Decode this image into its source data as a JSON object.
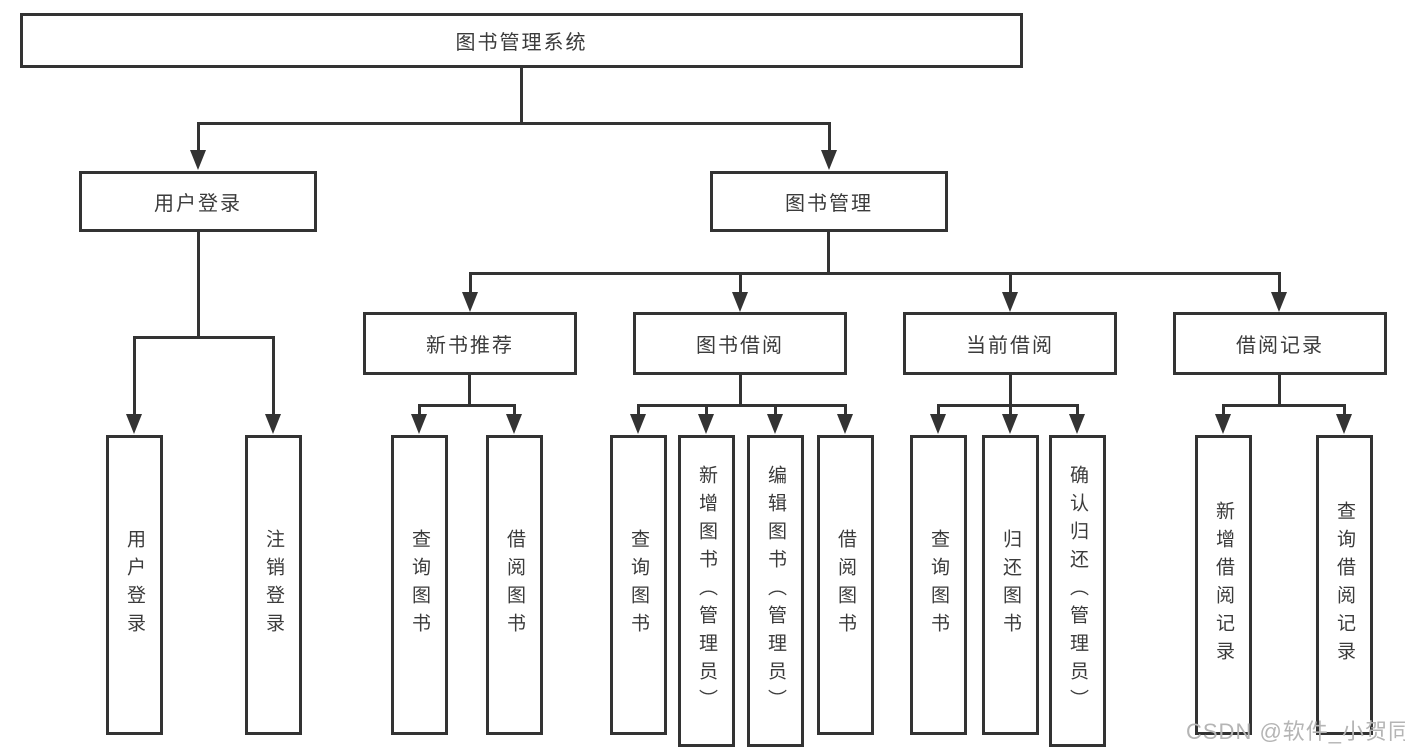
{
  "tree": {
    "label": "图书管理系统",
    "children": [
      {
        "label": "用户登录",
        "children": [
          {
            "label": "用户登录"
          },
          {
            "label": "注销登录"
          }
        ]
      },
      {
        "label": "图书管理",
        "children": [
          {
            "label": "新书推荐",
            "children": [
              {
                "label": "查询图书"
              },
              {
                "label": "借阅图书"
              }
            ]
          },
          {
            "label": "图书借阅",
            "children": [
              {
                "label": "查询图书"
              },
              {
                "label": "新增图书（管理员）"
              },
              {
                "label": "编辑图书（管理员）"
              },
              {
                "label": "借阅图书"
              }
            ]
          },
          {
            "label": "当前借阅",
            "children": [
              {
                "label": "查询图书"
              },
              {
                "label": "归还图书"
              },
              {
                "label": "确认归还（管理员）"
              }
            ]
          },
          {
            "label": "借阅记录",
            "children": [
              {
                "label": "新增借阅记录"
              },
              {
                "label": "查询借阅记录"
              }
            ]
          }
        ]
      }
    ]
  },
  "watermark": "CSDN @软件_小贺同学",
  "colors": {
    "line": "#333333",
    "text": "#3b3b3b",
    "box_fill": "#ffffff",
    "background": "#ffffff",
    "watermark": "#b5b5b5"
  }
}
